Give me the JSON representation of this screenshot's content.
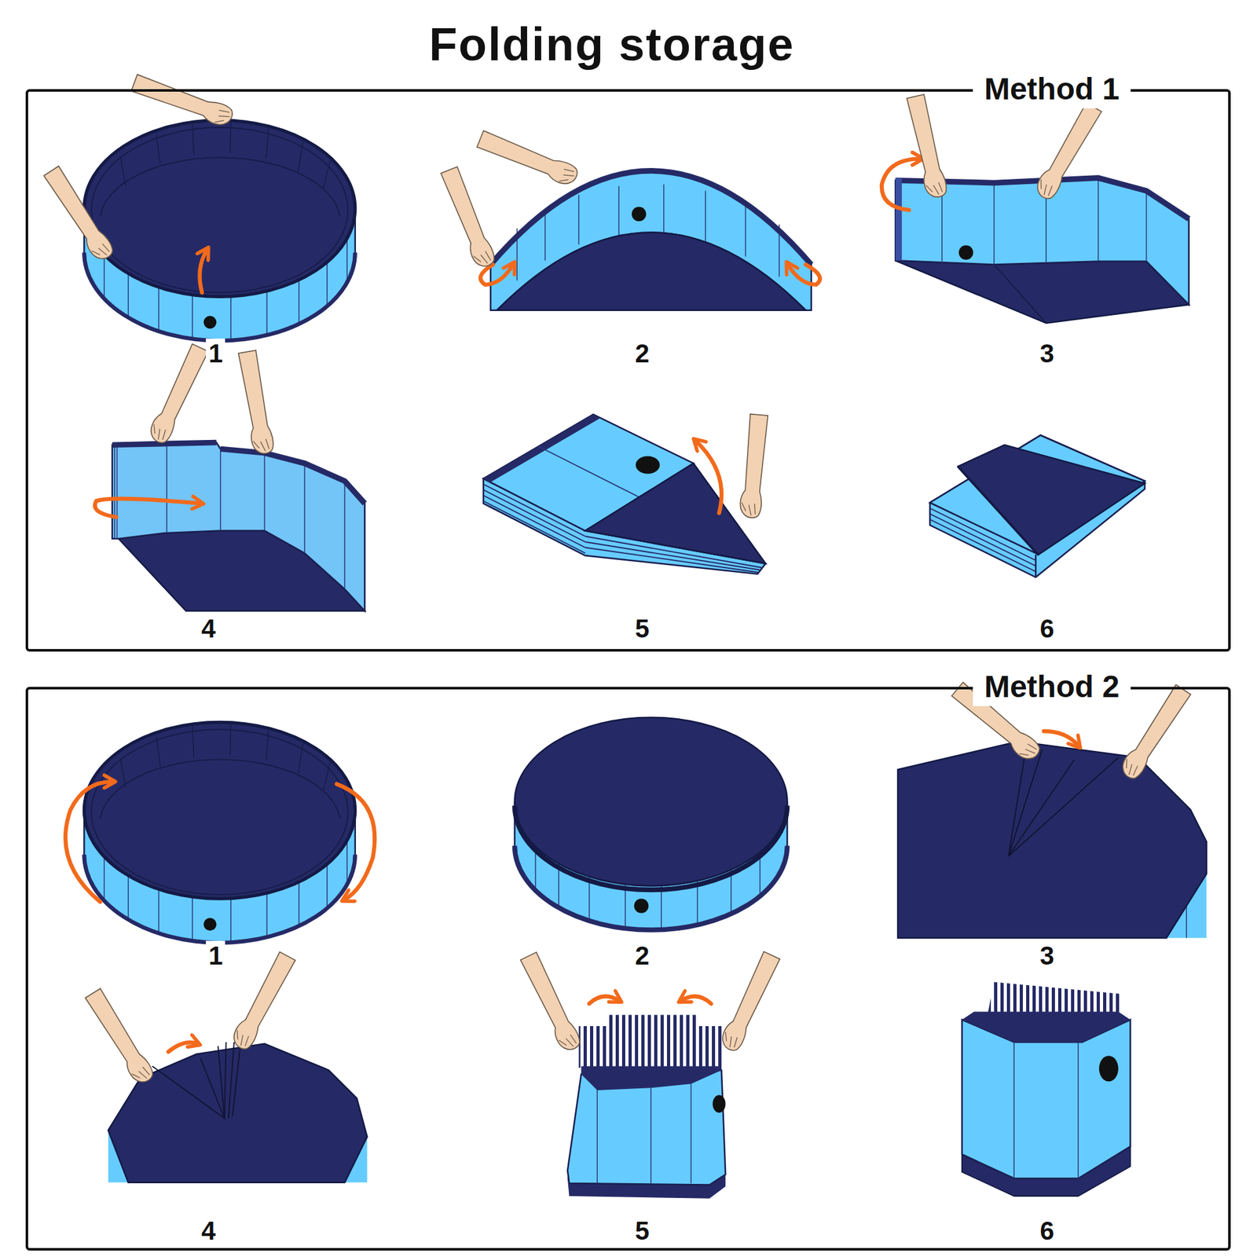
{
  "diagram": {
    "title": "Folding storage",
    "nodes": [
      {
        "text": [
          "Method 1"
        ]
      },
      {
        "text": [
          "Method 2"
        ]
      }
    ],
    "labels": [
      "1",
      "2",
      "3",
      "4",
      "5",
      "6",
      "1",
      "2",
      "3",
      "4",
      "5",
      "6"
    ]
  }
}
